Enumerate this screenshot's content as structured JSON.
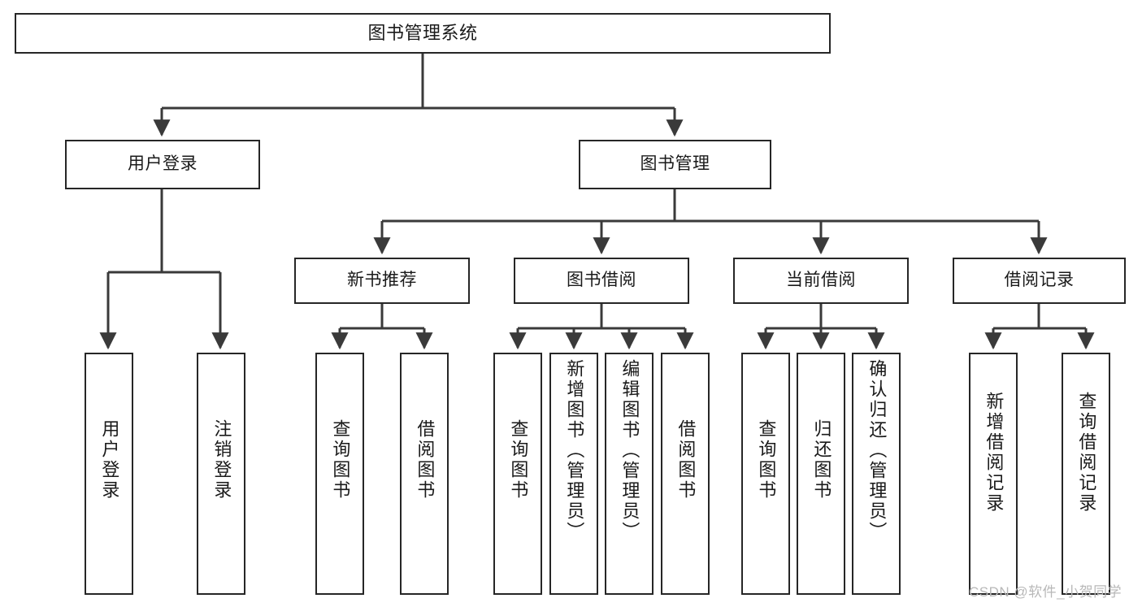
{
  "diagram": {
    "type": "tree",
    "title": "图书管理系统",
    "orientation": "top-down",
    "colors": {
      "background": "#ffffff",
      "node_border": "#262626",
      "node_fill": "#ffffff",
      "edge": "#3a3a3a",
      "text": "#1a1a1a",
      "watermark": "#b8b8b8"
    }
  },
  "nodes": {
    "root": {
      "label": "图书管理系统"
    },
    "level2": [
      {
        "id": "user-login",
        "label": "用户登录"
      },
      {
        "id": "book-manage",
        "label": "图书管理"
      }
    ],
    "level3": [
      {
        "id": "new-book-recommend",
        "label": "新书推荐"
      },
      {
        "id": "book-borrow",
        "label": "图书借阅"
      },
      {
        "id": "current-borrow",
        "label": "当前借阅"
      },
      {
        "id": "borrow-record",
        "label": "借阅记录"
      }
    ],
    "leaves": {
      "user_login": [
        {
          "id": "leaf-user-login",
          "label": "用户登录"
        },
        {
          "id": "leaf-logout",
          "label": "注销登录"
        }
      ],
      "new_book_recommend": [
        {
          "id": "leaf-query-book-1",
          "label": "查询图书"
        },
        {
          "id": "leaf-borrow-book-1",
          "label": "借阅图书"
        }
      ],
      "book_borrow": [
        {
          "id": "leaf-query-book-2",
          "label": "查询图书"
        },
        {
          "id": "leaf-add-book",
          "label": "新增图书（管理员）"
        },
        {
          "id": "leaf-edit-book",
          "label": "编辑图书（管理员）"
        },
        {
          "id": "leaf-borrow-book-2",
          "label": "借阅图书"
        }
      ],
      "current_borrow": [
        {
          "id": "leaf-query-book-3",
          "label": "查询图书"
        },
        {
          "id": "leaf-return-book",
          "label": "归还图书"
        },
        {
          "id": "leaf-confirm-return",
          "label": "确认归还（管理员）"
        }
      ],
      "borrow_record": [
        {
          "id": "leaf-add-record",
          "label": "新增借阅记录"
        },
        {
          "id": "leaf-query-record",
          "label": "查询借阅记录"
        }
      ]
    }
  },
  "watermark": {
    "text": "CSDN @软件_小贺同学"
  }
}
